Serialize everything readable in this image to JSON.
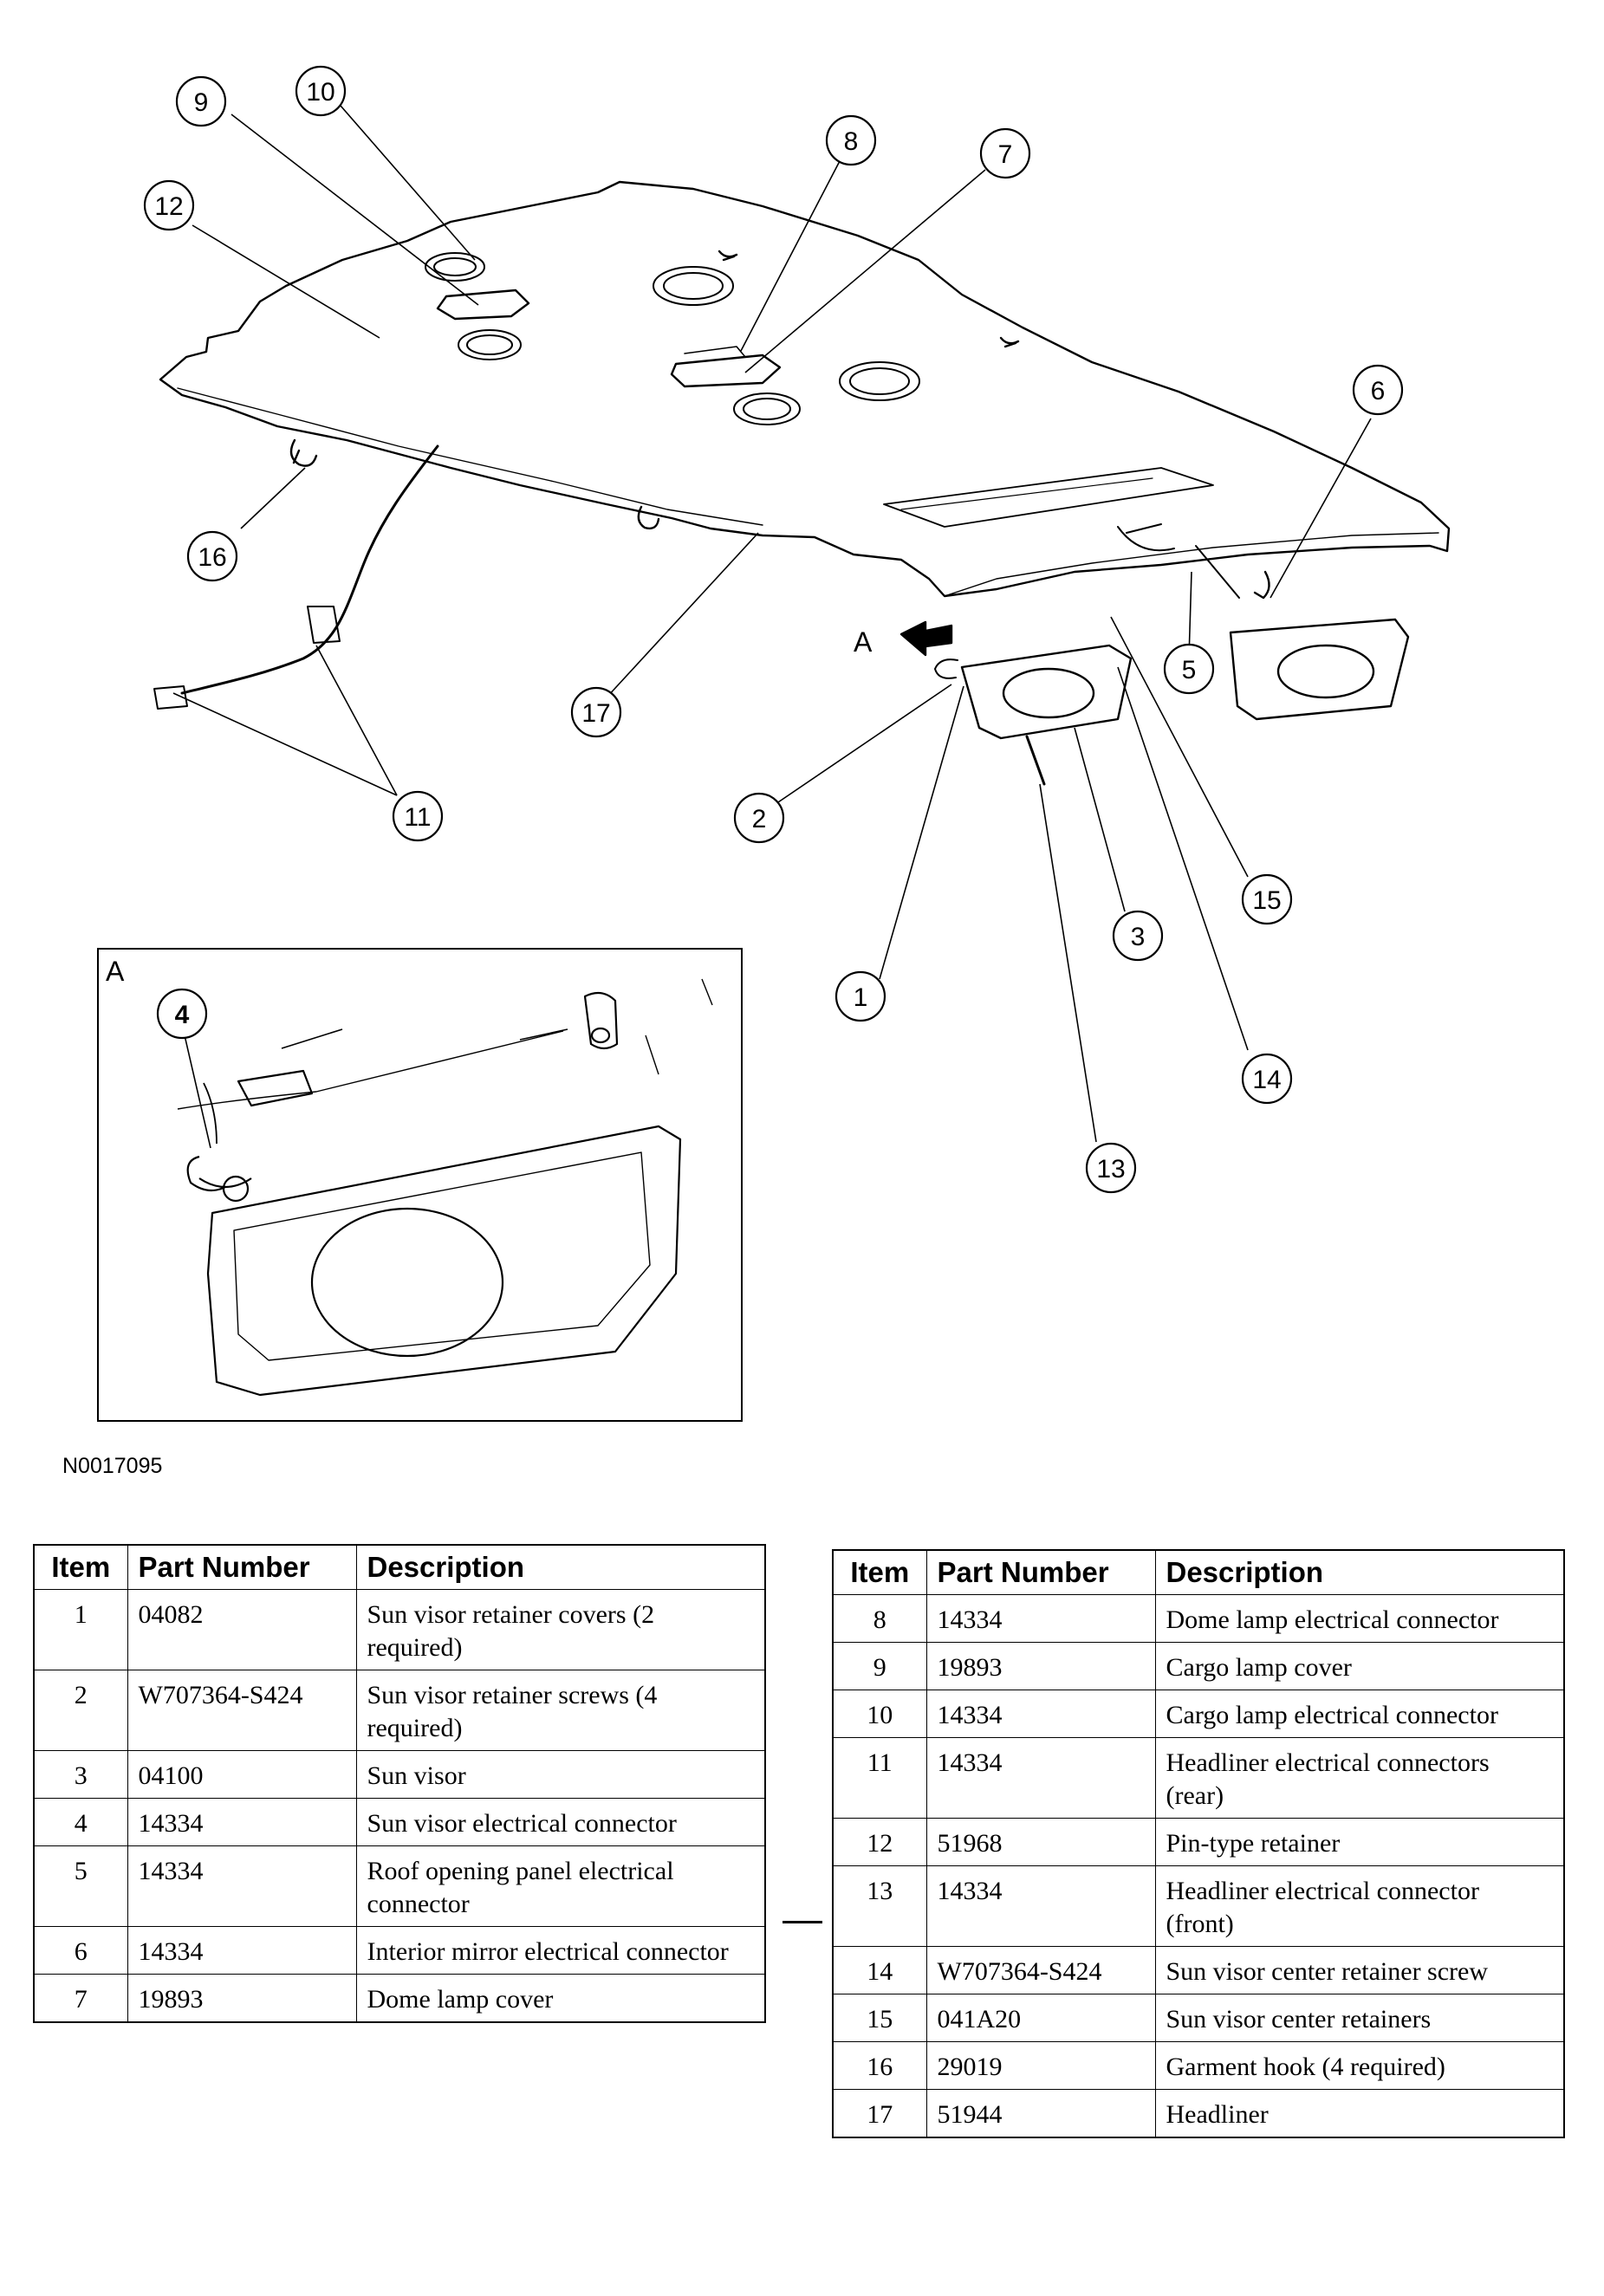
{
  "figure_id": "N0017095",
  "view_label": "A",
  "inset_label": "A",
  "callouts": [
    "1",
    "2",
    "3",
    "4",
    "5",
    "6",
    "7",
    "8",
    "9",
    "10",
    "11",
    "12",
    "13",
    "14",
    "15",
    "16",
    "17"
  ],
  "table_headers": {
    "item": "Item",
    "part_number": "Part Number",
    "description": "Description"
  },
  "parts_left": [
    {
      "item": "1",
      "part_number": "04082",
      "description": "Sun visor retainer covers (2 required)"
    },
    {
      "item": "2",
      "part_number": "W707364-S424",
      "description": "Sun visor retainer screws (4 required)"
    },
    {
      "item": "3",
      "part_number": "04100",
      "description": "Sun visor"
    },
    {
      "item": "4",
      "part_number": "14334",
      "description": "Sun visor electrical connector"
    },
    {
      "item": "5",
      "part_number": "14334",
      "description": "Roof opening panel electrical connector"
    },
    {
      "item": "6",
      "part_number": "14334",
      "description": "Interior mirror electrical connector"
    },
    {
      "item": "7",
      "part_number": "19893",
      "description": "Dome lamp cover"
    }
  ],
  "parts_right": [
    {
      "item": "8",
      "part_number": "14334",
      "description": "Dome lamp electrical connector"
    },
    {
      "item": "9",
      "part_number": "19893",
      "description": "Cargo lamp cover"
    },
    {
      "item": "10",
      "part_number": "14334",
      "description": "Cargo lamp electrical connector"
    },
    {
      "item": "11",
      "part_number": "14334",
      "description": "Headliner electrical connectors (rear)"
    },
    {
      "item": "12",
      "part_number": "51968",
      "description": "Pin-type retainer"
    },
    {
      "item": "13",
      "part_number": "14334",
      "description": "Headliner electrical connector (front)"
    },
    {
      "item": "14",
      "part_number": "W707364-S424",
      "description": "Sun visor center retainer screw"
    },
    {
      "item": "15",
      "part_number": "041A20",
      "description": "Sun visor center retainers"
    },
    {
      "item": "16",
      "part_number": "29019",
      "description": "Garment hook (4 required)"
    },
    {
      "item": "17",
      "part_number": "51944",
      "description": "Headliner"
    }
  ]
}
